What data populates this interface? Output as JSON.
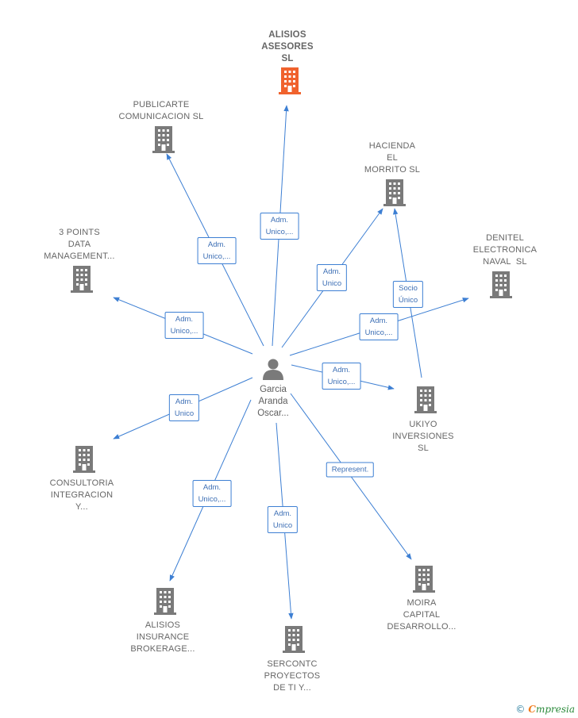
{
  "center": {
    "label": "Garcia\nAranda\nOscar..."
  },
  "companies": [
    {
      "id": "alisios-asesores",
      "label": "ALISIOS\nASESORES\nSL",
      "highlight": true
    },
    {
      "id": "publicarte",
      "label": "PUBLICARTE\nCOMUNICACION SL",
      "highlight": false
    },
    {
      "id": "hacienda",
      "label": "HACIENDA\nEL\nMORRITO SL",
      "highlight": false
    },
    {
      "id": "3points",
      "label": "3 POINTS\nDATA\nMANAGEMENT...",
      "highlight": false
    },
    {
      "id": "denitel",
      "label": "DENITEL\nELECTRONICA\nNAVAL  SL",
      "highlight": false
    },
    {
      "id": "ukiyo",
      "label": "UKIYO\nINVERSIONES\nSL",
      "highlight": false
    },
    {
      "id": "consultoria",
      "label": "CONSULTORIA\nINTEGRACION\nY...",
      "highlight": false
    },
    {
      "id": "alisios-insurance",
      "label": "ALISIOS\nINSURANCE\nBROKERAGE...",
      "highlight": false
    },
    {
      "id": "sercontc",
      "label": "SERCONTC\nPROYECTOS\nDE TI Y...",
      "highlight": false
    },
    {
      "id": "moira",
      "label": "MOIRA\nCAPITAL\nDESARROLLO...",
      "highlight": false
    }
  ],
  "edges": [
    {
      "to": "alisios-asesores",
      "label": "Adm.\nUnico,..."
    },
    {
      "to": "publicarte",
      "label": "Adm.\nUnico,..."
    },
    {
      "to": "hacienda",
      "label": "Adm.\nUnico"
    },
    {
      "to": "3points",
      "label": "Adm.\nUnico,..."
    },
    {
      "to": "denitel",
      "label": "Adm.\nUnico,..."
    },
    {
      "to": "ukiyo",
      "label": "Adm.\nUnico,..."
    },
    {
      "to": "consultoria",
      "label": "Adm.\nUnico"
    },
    {
      "to": "alisios-insurance",
      "label": "Adm.\nUnico,..."
    },
    {
      "to": "sercontc",
      "label": "Adm.\nUnico"
    },
    {
      "to": "moira",
      "label": "Represent."
    },
    {
      "from": "ukiyo",
      "to": "hacienda",
      "label": "Socio\nÚnico"
    }
  ],
  "colors": {
    "edge": "#3d7fd3",
    "building": "#7a7a7a",
    "highlight": "#f0622d"
  },
  "footer": {
    "copyright": "©",
    "brand_first": "C",
    "brand_rest": "mpresia"
  }
}
